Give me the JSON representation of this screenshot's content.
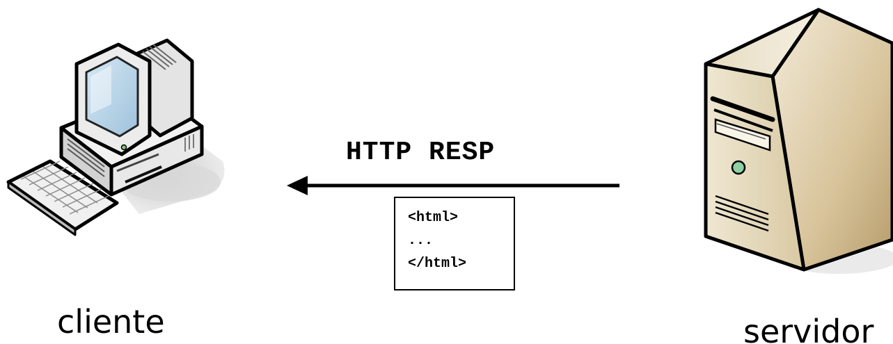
{
  "diagram": {
    "client": {
      "label": "cliente",
      "icon": "desktop-computer-icon"
    },
    "server": {
      "label": "servidor",
      "icon": "tower-server-icon"
    },
    "message": {
      "label": "HTTP RESP",
      "direction": "server-to-client",
      "payload_lines": [
        "<html>",
        "...",
        "</html>"
      ]
    }
  }
}
